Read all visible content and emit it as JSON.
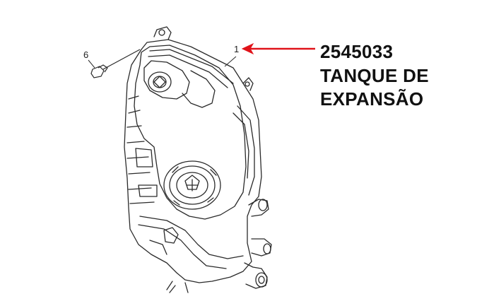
{
  "callouts": {
    "part_1": "1",
    "part_6": "6"
  },
  "label": {
    "part_number": "2545033",
    "name_line1": "TANQUE DE",
    "name_line2": "EXPANSÃO"
  },
  "colors": {
    "arrow": "#e0131a",
    "line": "#2a2a2a",
    "text": "#111111",
    "background": "#ffffff"
  }
}
